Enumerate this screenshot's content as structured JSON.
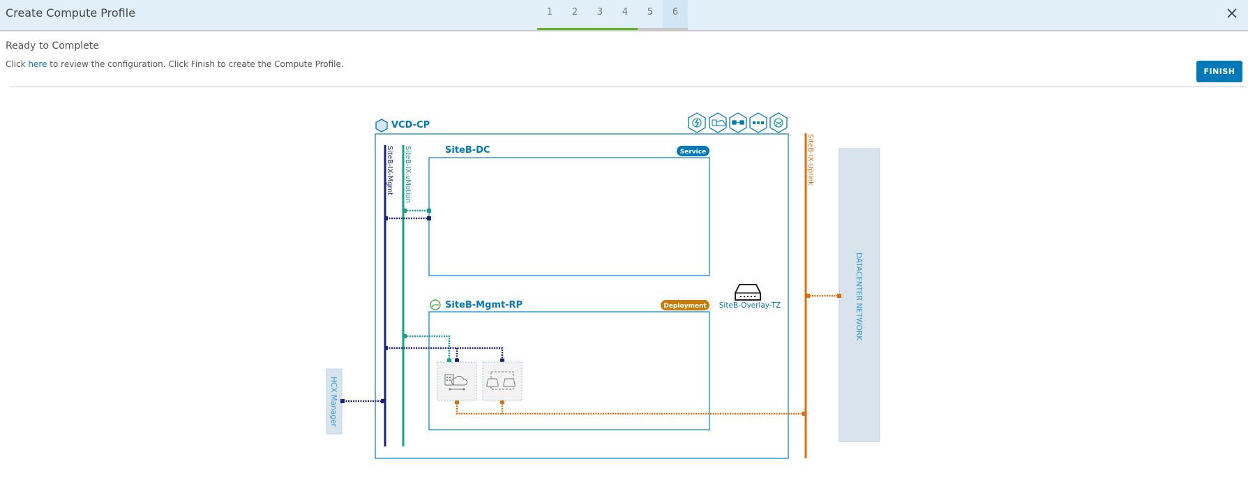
{
  "header": {
    "title": "Create Compute Profile",
    "steps": [
      {
        "label": "1",
        "state": "done"
      },
      {
        "label": "2",
        "state": "done"
      },
      {
        "label": "3",
        "state": "done"
      },
      {
        "label": "4",
        "state": "done"
      },
      {
        "label": "5",
        "state": "pending"
      },
      {
        "label": "6",
        "state": "active"
      }
    ],
    "close_icon": "close-icon"
  },
  "content": {
    "section_title": "Ready to Complete",
    "desc_prefix": "Click ",
    "desc_link": "here",
    "desc_suffix": " to review the configuration. Click Finish to create the Compute Profile.",
    "finish_label": "FINISH"
  },
  "diagram": {
    "compute_profile": "VCD-CP",
    "service_icons": [
      "vmotion-service-icon",
      "cloud-migration-service-icon",
      "network-extension-service-icon",
      "wan-optimization-service-icon",
      "disaster-recovery-service-icon"
    ],
    "networks": {
      "mgmt": "SiteB-IX-Mgmt",
      "vmotion": "SiteB-IX-vMotion",
      "uplink": "SiteB-IX-Uplink"
    },
    "service_cluster": {
      "name": "SiteB-DC",
      "badge": "Service"
    },
    "deployment_cluster": {
      "name": "SiteB-Mgmt-RP",
      "badge": "Deployment"
    },
    "transport_zone": "SiteB-Overlay-TZ",
    "datacenter_network": "DATACENTER NETWORK",
    "hcx_manager": "HCX Manager",
    "colors": {
      "box_border": "#2f9ad8",
      "title_blue": "#0079b8",
      "mgmt": "#1a237e",
      "vmotion": "#17a08c",
      "uplink": "#e06c0c",
      "service_badge": "#0079b8",
      "deployment_badge": "#c77c0c",
      "datacenter_fill": "#d8e3ec"
    }
  }
}
